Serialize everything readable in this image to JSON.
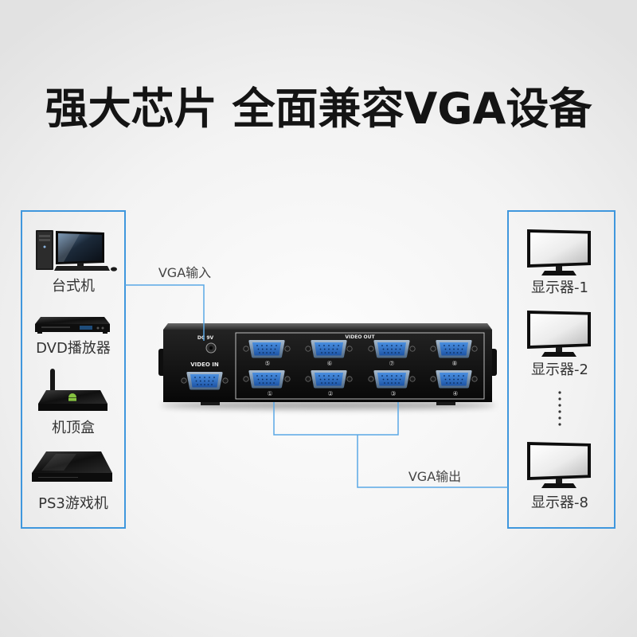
{
  "title": "强大芯片 全面兼容VGA设备",
  "sources": {
    "items": [
      {
        "label": "台式机",
        "icon": "desktop-pc-icon"
      },
      {
        "label": "DVD播放器",
        "icon": "dvd-player-icon"
      },
      {
        "label": "机顶盒",
        "icon": "set-top-box-icon"
      },
      {
        "label": "PS3游戏机",
        "icon": "game-console-icon"
      }
    ]
  },
  "displays": {
    "items": [
      {
        "label": "显示器-1",
        "icon": "monitor-icon"
      },
      {
        "label": "显示器-2",
        "icon": "monitor-icon"
      },
      {
        "label": "显示器-8",
        "icon": "monitor-icon"
      }
    ],
    "ellipsis_icon": "vertical-dots-icon"
  },
  "connections": {
    "input_label": "VGA输入",
    "output_label": "VGA输出"
  },
  "device": {
    "power_label": "DC 9V",
    "input_label": "VIDEO IN",
    "output_label": "VIDEO OUT",
    "output_ports": [
      "①",
      "②",
      "③",
      "④",
      "⑤",
      "⑥",
      "⑦",
      "⑧"
    ]
  },
  "colors": {
    "frame": "#3f97dd",
    "wire": "#5aa8e6",
    "port": "#2f6fc0",
    "device_body": "#111111"
  }
}
